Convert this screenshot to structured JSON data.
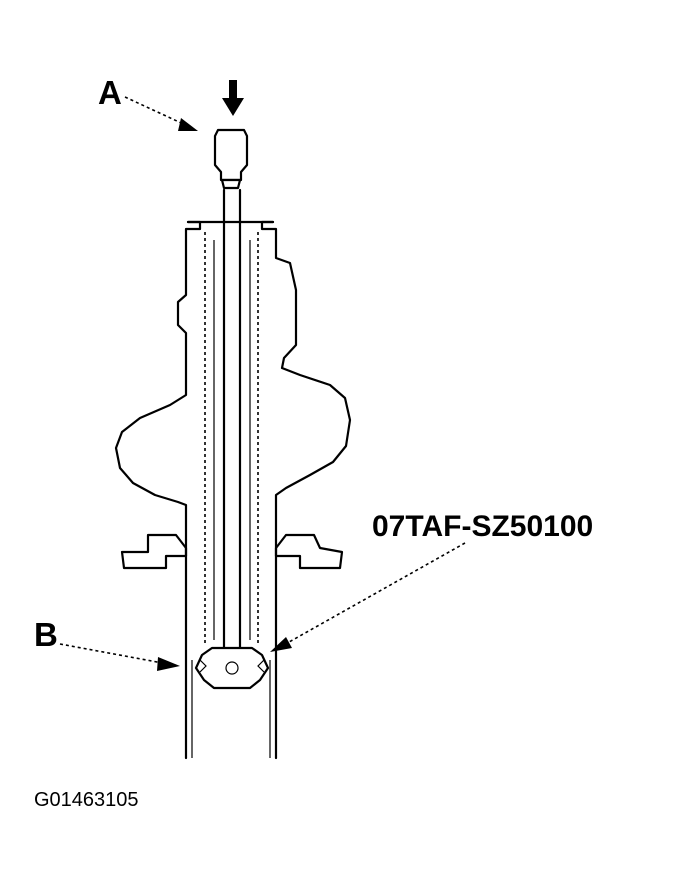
{
  "labels": {
    "a": "A",
    "b": "B",
    "tool": "07TAF-SZ50100",
    "figure_id": "G01463105"
  },
  "icons": {
    "press_arrow": "down-arrow-icon"
  }
}
